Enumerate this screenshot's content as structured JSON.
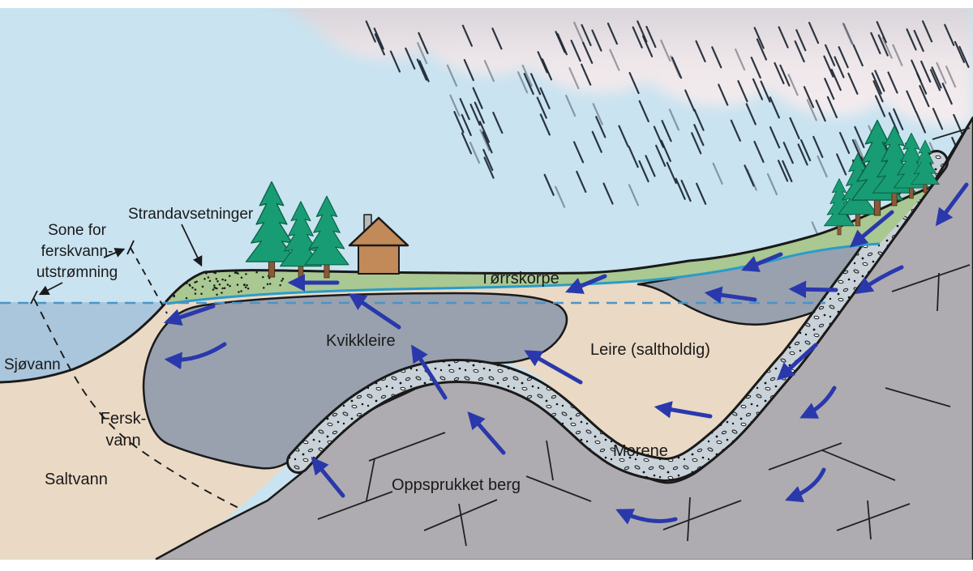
{
  "diagram": {
    "language": "Norwegian",
    "subject": "Kvikkleire (quick clay) groundwater cross-section"
  },
  "labels": {
    "sone_for_lines": [
      "Sone for",
      "ferskvann-",
      "utstrømning"
    ],
    "strandavsetninger": "Strandavsetninger",
    "sjovann": "Sjøvann",
    "torrskorpe": "Tørrskorpe",
    "kvikkleire": "Kvikkleire",
    "leire_saltholdig": "Leire (saltholdig)",
    "fersk_vann_lines": [
      "Fersk-",
      "vann"
    ],
    "saltvann": "Saltvann",
    "morene": "Morene",
    "oppsprukket_berg": "Oppsprukket berg"
  },
  "colors": {
    "sky": "#c9e3f0",
    "cloud_top": "#d6d2d8",
    "cloud_bottom": "#f5edf0",
    "sea": "#a9c6dc",
    "sediment_tan": "#ead9c4",
    "quick_clay_gray": "#99a1ae",
    "bedrock_gray": "#aeacb0",
    "moraine_gray": "#c8d2d8",
    "topsoil_green": "#a9c892",
    "tree_green": "#189c73",
    "tree_outline": "#0b6247",
    "trunk_brown": "#8a5a38",
    "house_wall_brown": "#c18a58",
    "chimney_gray": "#b9b9bd",
    "arrow_blue": "#2a38ac",
    "groundwater_line_cyan": "#2a9cc9",
    "sea_level_dash_blue": "#4a94c8",
    "rain_dark": "#1c2733",
    "outline_black": "#1a1a1a"
  }
}
